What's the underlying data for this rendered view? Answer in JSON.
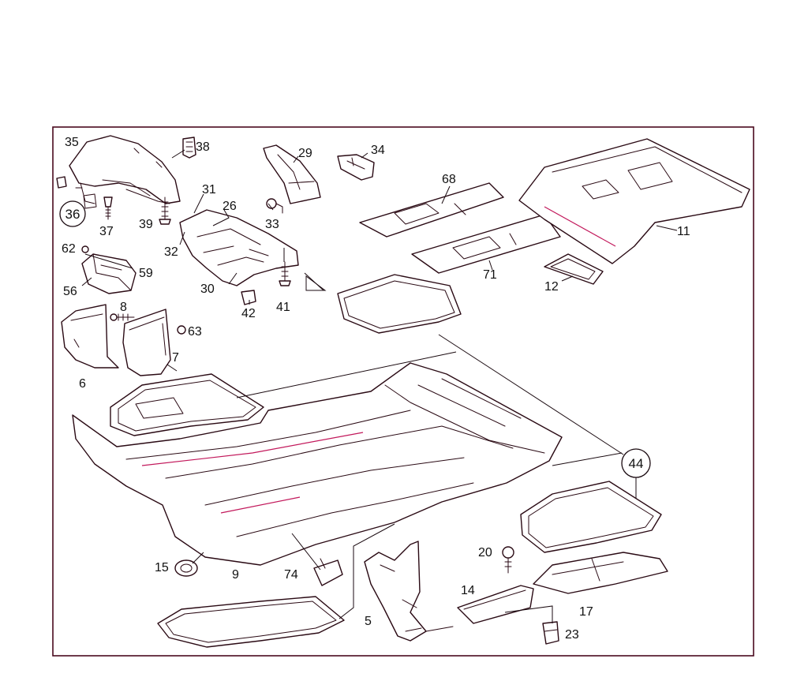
{
  "diagram": {
    "type": "exploded-parts-diagram",
    "colors": {
      "frame": "#4a0a1e",
      "line": "#2a0a14",
      "accent": "#c2185b"
    },
    "callouts": [
      {
        "id": "35",
        "label": "35"
      },
      {
        "id": "38",
        "label": "38"
      },
      {
        "id": "29",
        "label": "29"
      },
      {
        "id": "34",
        "label": "34"
      },
      {
        "id": "68",
        "label": "68"
      },
      {
        "id": "11",
        "label": "11"
      },
      {
        "id": "31",
        "label": "31"
      },
      {
        "id": "26",
        "label": "26"
      },
      {
        "id": "36",
        "label": "36"
      },
      {
        "id": "37",
        "label": "37"
      },
      {
        "id": "39",
        "label": "39"
      },
      {
        "id": "33",
        "label": "33"
      },
      {
        "id": "32",
        "label": "32"
      },
      {
        "id": "62",
        "label": "62"
      },
      {
        "id": "59",
        "label": "59"
      },
      {
        "id": "56",
        "label": "56"
      },
      {
        "id": "30",
        "label": "30"
      },
      {
        "id": "41",
        "label": "41"
      },
      {
        "id": "42",
        "label": "42"
      },
      {
        "id": "71",
        "label": "71"
      },
      {
        "id": "12",
        "label": "12"
      },
      {
        "id": "8",
        "label": "8"
      },
      {
        "id": "63",
        "label": "63"
      },
      {
        "id": "7",
        "label": "7"
      },
      {
        "id": "6",
        "label": "6"
      },
      {
        "id": "44",
        "label": "44"
      },
      {
        "id": "20",
        "label": "20"
      },
      {
        "id": "15",
        "label": "15"
      },
      {
        "id": "9",
        "label": "9"
      },
      {
        "id": "74",
        "label": "74"
      },
      {
        "id": "14",
        "label": "14"
      },
      {
        "id": "17",
        "label": "17"
      },
      {
        "id": "5",
        "label": "5"
      },
      {
        "id": "23",
        "label": "23"
      }
    ]
  }
}
